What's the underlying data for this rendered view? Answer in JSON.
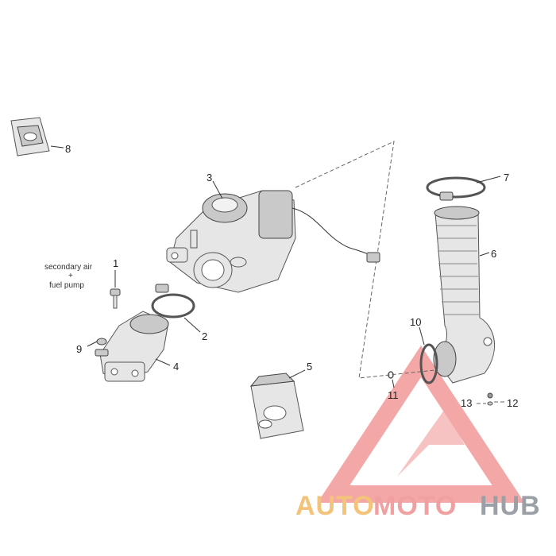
{
  "callouts": {
    "n1": "1",
    "n2": "2",
    "n3": "3",
    "n4": "4",
    "n5": "5",
    "n6": "6",
    "n7": "7",
    "n8": "8",
    "n9": "9",
    "n10": "10",
    "n11": "11",
    "n12": "12",
    "n13": "13"
  },
  "note": {
    "line1": "secondary air",
    "line2": "+",
    "line3": "fuel pump"
  },
  "watermark": {
    "part1": "AUTO",
    "part2": "MOTO",
    "part3": "HUB",
    "color_triangle": "#f08a8a",
    "color_auto": "#f4c37a",
    "color_moto": "#f0a0a0",
    "color_hub": "#9aa0a6"
  }
}
